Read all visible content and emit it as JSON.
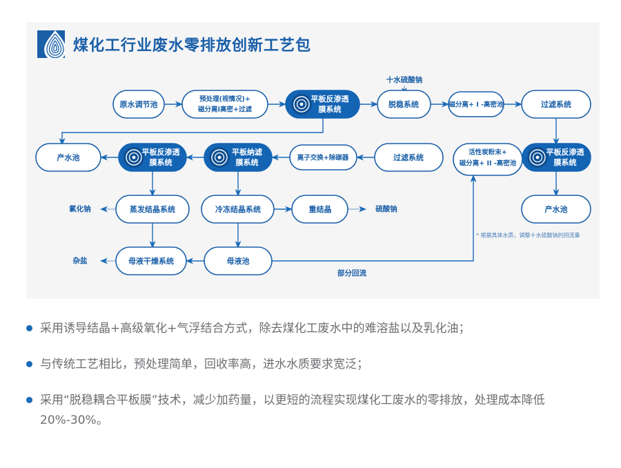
{
  "header": {
    "title": "煤化工行业废水零排放创新工艺包",
    "logo_name": "water-ripple-logo"
  },
  "flowchart": {
    "row1": {
      "n1": "原水调节池",
      "n2_line1": "预处理(视情况)+",
      "n2_line2": "磁分离Ⅰ高密+过滤",
      "n3_line1": "平板反渗透",
      "n3_line2": "膜系统",
      "n4": "脱稳系统",
      "n5": "磁分离+ I -高密池",
      "n6": "过滤系统",
      "input_label": "十水硫酸钠"
    },
    "row2": {
      "n1": "产水池",
      "n2_line1": "平板反渗透",
      "n2_line2": "膜系统",
      "n3_line1": "平板纳滤",
      "n3_line2": "膜系统",
      "n4": "离子交换+除碳器",
      "n5": "过滤系统",
      "n6_line1": "活性炭粉末+",
      "n6_line2": "磁分离+ II -高密池",
      "n7_line1": "平板反渗透",
      "n7_line2": "膜系统"
    },
    "row3": {
      "out1": "氯化钠",
      "n1": "蒸发结晶系统",
      "n2": "冷冻结晶系统",
      "n3": "重结晶",
      "out2": "硫酸钠",
      "n4": "产水池"
    },
    "row4": {
      "out1": "杂盐",
      "n1": "母液干燥系统",
      "n2": "母液池",
      "recycle_label": "部分回流"
    },
    "footnote": "* 根据具体水质，调整十水硫酸钠的回流量"
  },
  "bullets": [
    "采用诱导结晶+高级氧化+气浮结合方式，除去煤化工废水中的难溶盐以及乳化油；",
    "与传统工艺相比，预处理简单，回收率高，进水水质要求宽泛；",
    "采用“脱稳耦合平板膜”技术，减少加药量，以更短的流程实现煤化工废水的零排放，处理成本降低20%-30%。"
  ],
  "colors": {
    "brand_blue": "#1a5fa8",
    "node_fill_blue": "#1464b4",
    "line_blue": "#1a6bb8",
    "card_bg": "#f5f5f6",
    "text_gray": "#6d6d72"
  }
}
